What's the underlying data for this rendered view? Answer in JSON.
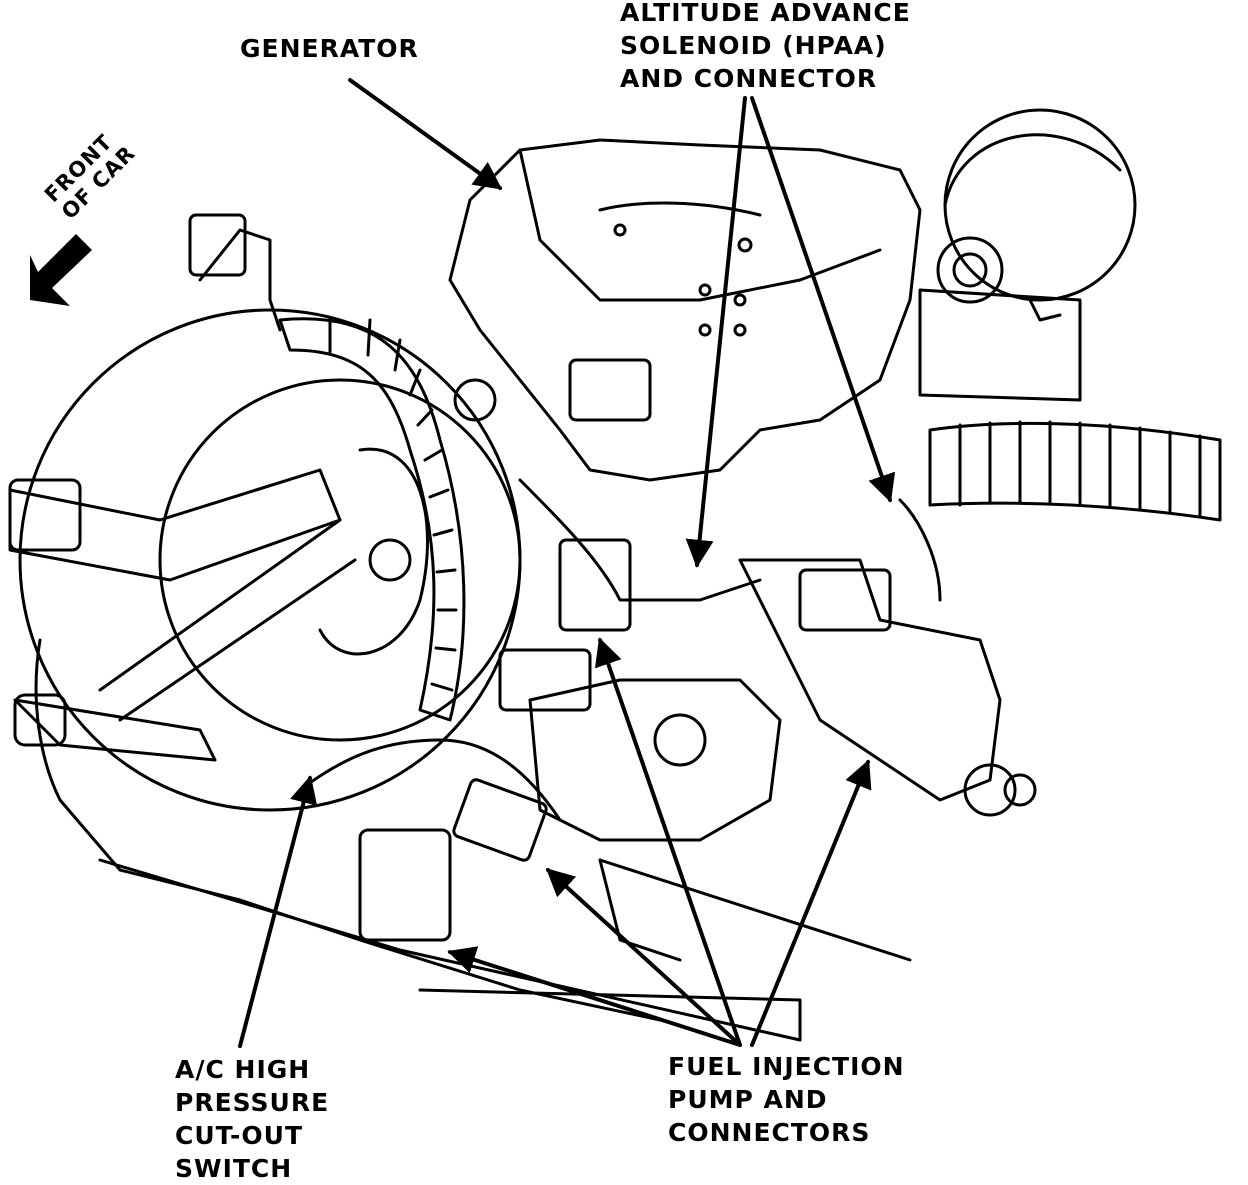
{
  "labels": {
    "generator": "GENERATOR",
    "hpaa": [
      "ALTITUDE ADVANCE",
      "SOLENOID (HPAA)",
      "AND CONNECTOR"
    ],
    "ac_switch": [
      "A/C HIGH",
      "PRESSURE",
      "CUT-OUT",
      "SWITCH"
    ],
    "fuel_pump": [
      "FUEL INJECTION",
      "PUMP AND",
      "CONNECTORS"
    ],
    "front_of_car": [
      "FRONT",
      "OF CAR"
    ]
  },
  "colors": {
    "ink": "#000000",
    "paper": "#ffffff"
  }
}
